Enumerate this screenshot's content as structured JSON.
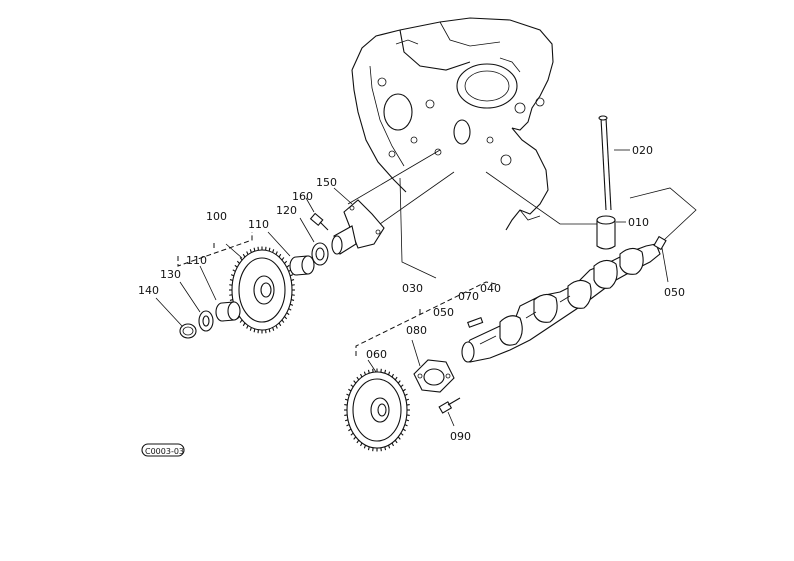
{
  "diagram": {
    "stamp": "C0003-03",
    "part_numbers": {
      "p010": "010",
      "p020": "020",
      "p030": "030",
      "p040": "040",
      "p050a": "050",
      "p050b": "050",
      "p060": "060",
      "p070": "070",
      "p080": "080",
      "p090": "090",
      "p100": "100",
      "p110a": "110",
      "p110b": "110",
      "p120": "120",
      "p130": "130",
      "p140": "140",
      "p150": "150",
      "p160": "160"
    }
  }
}
